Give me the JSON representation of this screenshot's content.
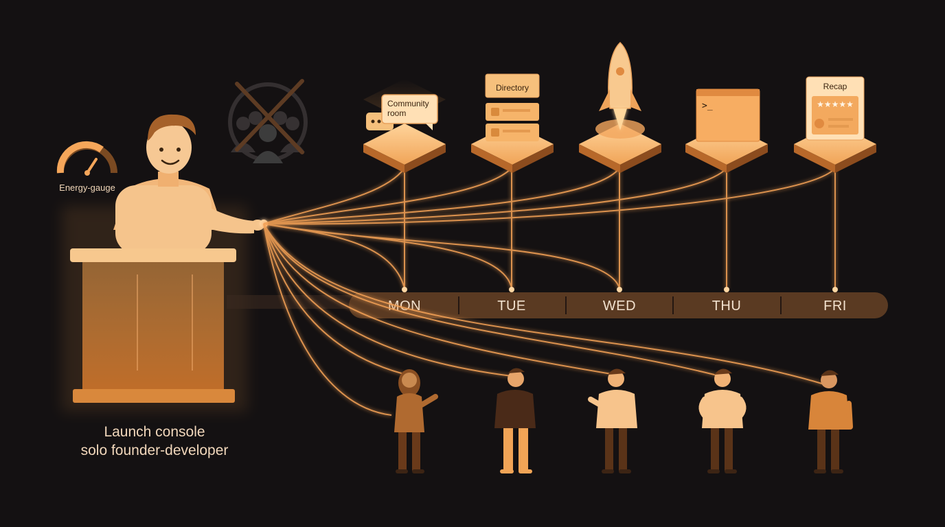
{
  "gauge": {
    "label": "Energy-gauge",
    "icon": "speedometer-icon"
  },
  "blocked_community": {
    "icon": "crossed-out-group-icon"
  },
  "console": {
    "caption_line1": "Launch console",
    "caption_line2": "solo founder-developer"
  },
  "timeline": {
    "days": [
      "MON",
      "TUE",
      "WED",
      "THU",
      "FRI"
    ]
  },
  "channels": [
    {
      "day": "MON",
      "label": "Community room",
      "label_lines": [
        "Community",
        "room"
      ],
      "icon": "chat-bubble-icon"
    },
    {
      "day": "TUE",
      "label": "Directory",
      "icon": "directory-stack-icon"
    },
    {
      "day": "WED",
      "label": "",
      "icon": "rocket-icon"
    },
    {
      "day": "THU",
      "label": ">_",
      "icon": "terminal-window-icon"
    },
    {
      "day": "FRI",
      "label": "Recap",
      "rating_stars": 5,
      "icon": "review-card-icon"
    }
  ],
  "audience": [
    {
      "icon": "person-long-hair-icon"
    },
    {
      "icon": "person-dark-shirt-icon"
    },
    {
      "icon": "person-waving-icon"
    },
    {
      "icon": "person-hands-on-hips-icon"
    },
    {
      "icon": "person-orange-shirt-icon"
    }
  ],
  "colors": {
    "background": "#141112",
    "glow": "#f6a14c",
    "panel": "#f6c07c",
    "timeline_bar": "#5a3a22",
    "text_light": "#f3e2cf"
  }
}
